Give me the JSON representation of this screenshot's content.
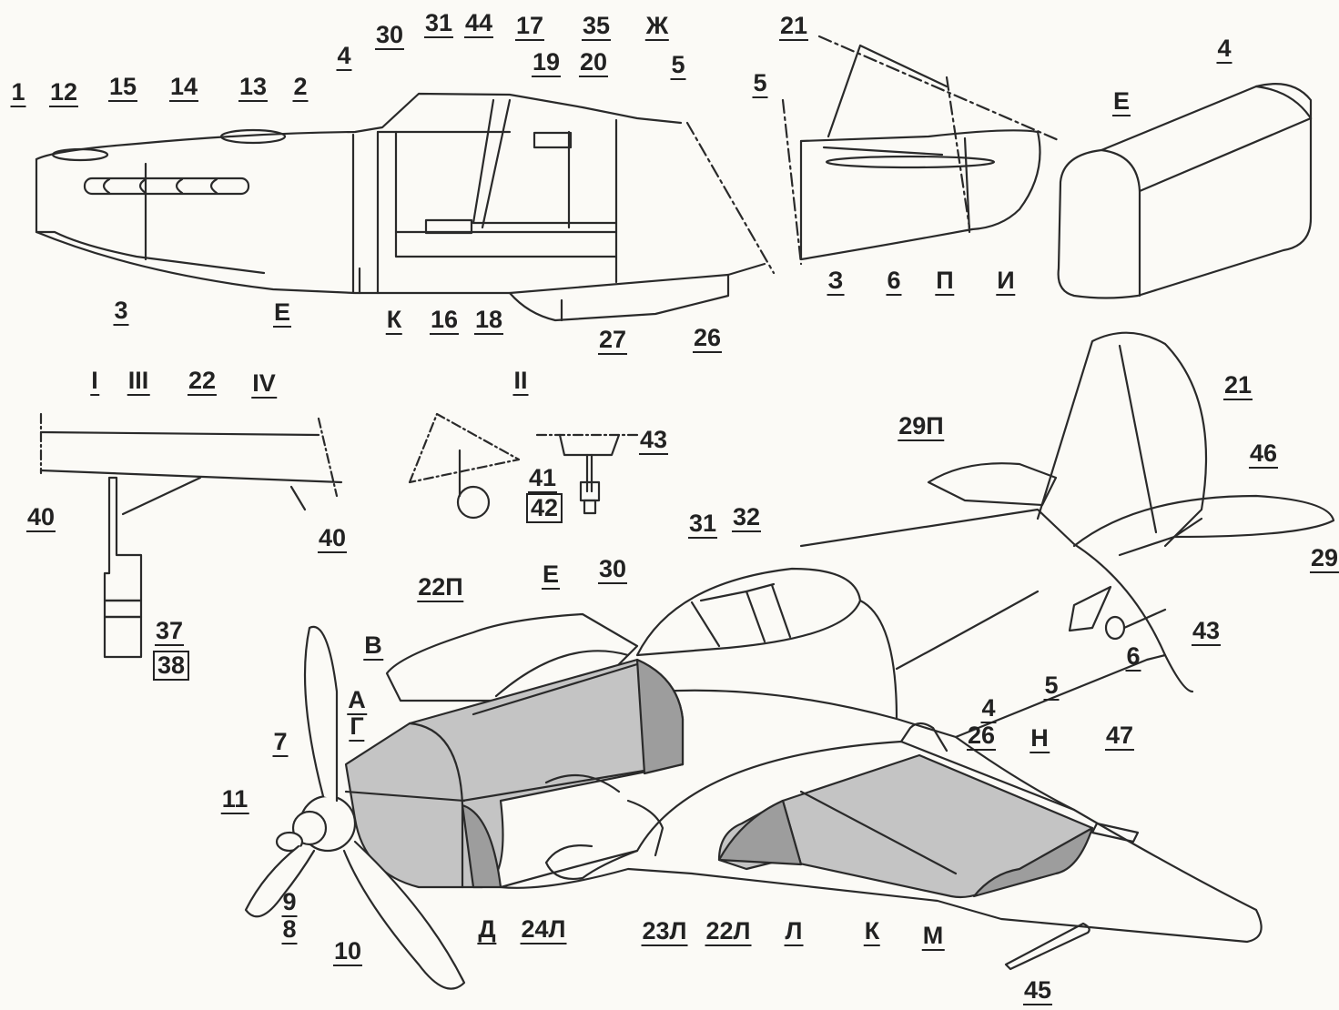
{
  "colors": {
    "line": "#2a2a2a",
    "paper": "#fbfaf6",
    "shade": "#c4c4c4",
    "shade_dark": "#9d9d9d"
  },
  "figure": {
    "labels": {
      "1": "1",
      "12": "12",
      "15": "15",
      "14": "14",
      "13": "13",
      "2": "2",
      "4": "4",
      "30": "30",
      "31": "31",
      "44": "44",
      "17": "17",
      "19": "19",
      "35": "35",
      "20": "20",
      "zh": "Ж",
      "5": "5",
      "3": "3",
      "e": "Е",
      "k": "К",
      "16": "16",
      "18": "18",
      "27": "27",
      "26": "26",
      "r_21": "21",
      "r_5": "5",
      "r_z": "З",
      "r_6": "6",
      "r_p": "П",
      "r_i": "И",
      "b_4": "4",
      "b_e": "Е",
      "w_I": "I",
      "w_III": "III",
      "w_22": "22",
      "w_IV": "IV",
      "w_40a": "40",
      "w_40b": "40",
      "w_37": "37",
      "w_38": "38",
      "g_II": "II",
      "g_43": "43",
      "g_41": "41",
      "g_42": "42",
      "m_21": "21",
      "m_29p": "29П",
      "m_46": "46",
      "m_29": "29",
      "m_32": "32",
      "m_31": "31",
      "m_30": "30",
      "m_e": "Е",
      "m_22p": "22П",
      "m_v": "В",
      "m_a": "А",
      "m_g": "Г",
      "m_7": "7",
      "m_11": "11",
      "m_9": "9",
      "m_8": "8",
      "m_10": "10",
      "m_d": "Д",
      "m_24l": "24Л",
      "m_23l": "23Л",
      "m_22l": "22Л",
      "m_l": "Л",
      "m_k": "К",
      "m_m": "М",
      "m_45": "45",
      "m_47": "47",
      "m_n": "Н",
      "m_26": "26",
      "m_4": "4",
      "m_5": "5",
      "m_6": "6",
      "m_43": "43"
    }
  }
}
